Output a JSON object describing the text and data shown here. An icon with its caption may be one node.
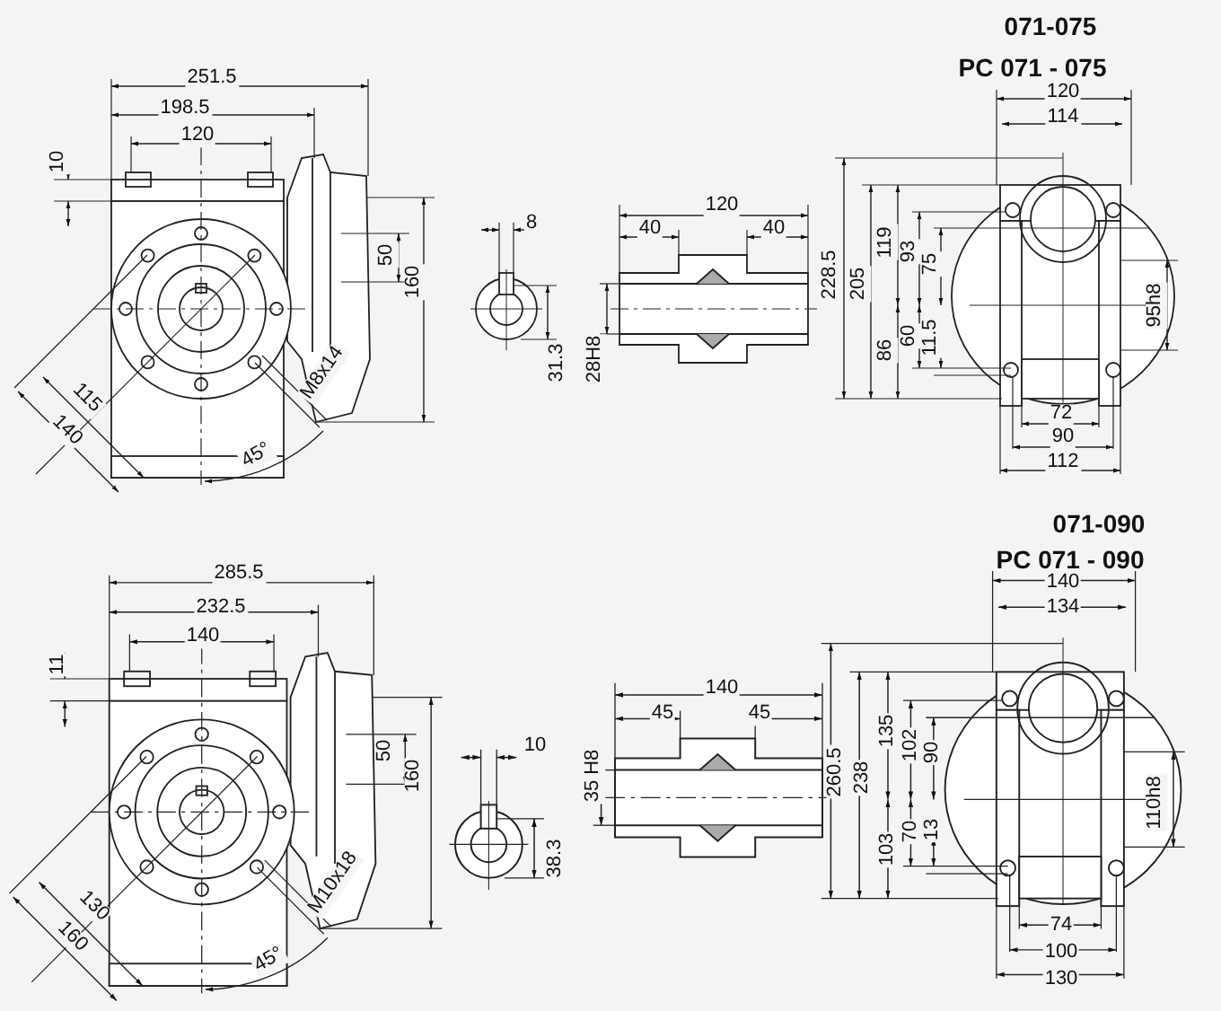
{
  "diagram": {
    "labels": [
      "071-075",
      "PC 071 - 075",
      "251.5",
      "198.5",
      "120",
      "10",
      "50",
      "160",
      "M8x14",
      "115",
      "140",
      "45°",
      "8",
      "31.3",
      "28H8",
      "120",
      "40",
      "40",
      "120",
      "114",
      "228.5",
      "205",
      "119",
      "93",
      "75",
      "86",
      "60",
      "11.5",
      "95h8",
      "72",
      "90",
      "112",
      "071-090",
      "PC 071 - 090",
      "285.5",
      "232.5",
      "140",
      "11",
      "50",
      "160",
      "M10x18",
      "130",
      "160",
      "45°",
      "10",
      "38.3",
      "35 H8",
      "140",
      "45",
      "45",
      "140",
      "134",
      "260.5",
      "238",
      "135",
      "102",
      "90",
      "103",
      "70",
      "13",
      "110h8",
      "74",
      "100",
      "130"
    ]
  }
}
